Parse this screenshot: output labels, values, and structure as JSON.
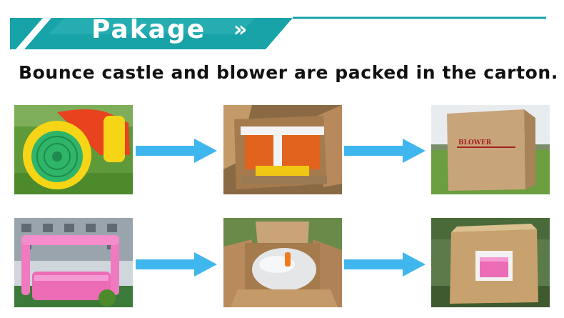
{
  "banner": {
    "title": "Pakage",
    "chevrons": "»",
    "color": "#17a3a8"
  },
  "subtitle": "Bounce castle and blower are packed in the carton.",
  "steps": {
    "row1": [
      "blower photo",
      "blower packed in open carton",
      "sealed BLOWER carton"
    ],
    "row2": [
      "pink bounce castle photo",
      "castle packed in open carton",
      "sealed carton with castle picture"
    ]
  },
  "carton_label": "BLOWER",
  "arrow_color": "#3fb6ee"
}
